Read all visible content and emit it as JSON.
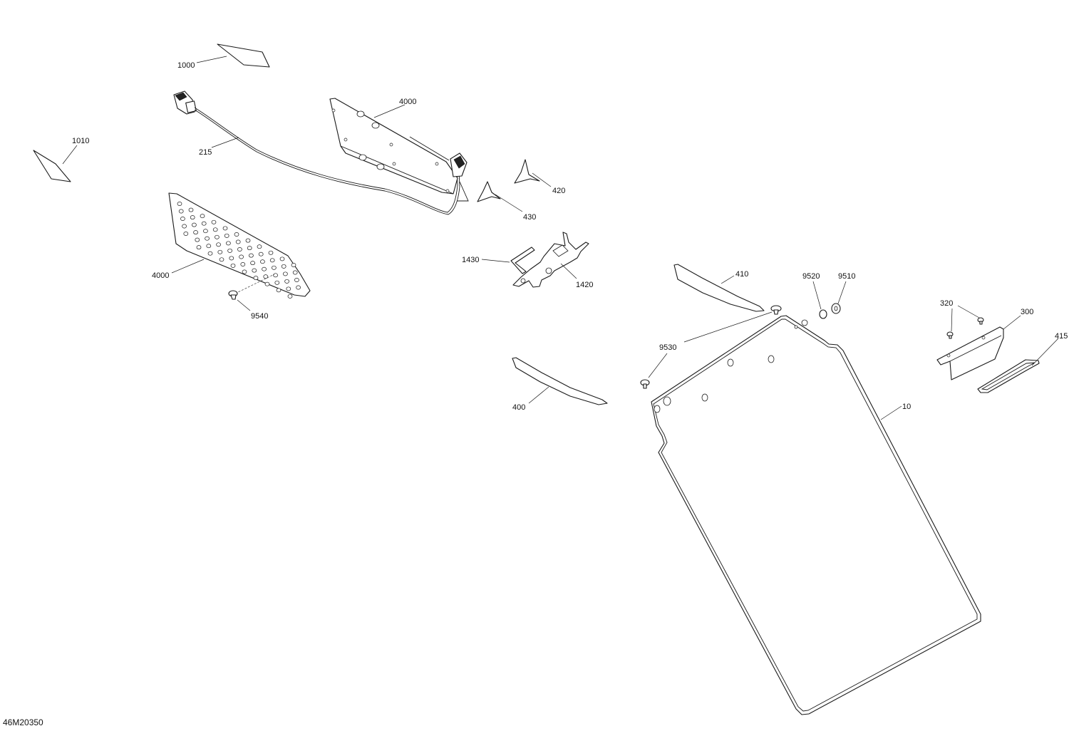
{
  "figure": {
    "reference_code": "46M20350"
  },
  "callouts": {
    "c1000": "1000",
    "c1010": "1010",
    "c215": "215",
    "c4000_top": "4000",
    "c4000_left": "4000",
    "c420": "420",
    "c430": "430",
    "c1430": "1430",
    "c1420": "1420",
    "c9540": "9540",
    "c410": "410",
    "c9520": "9520",
    "c9510": "9510",
    "c320": "320",
    "c300": "300",
    "c415": "415",
    "c9530": "9530",
    "c400": "400",
    "c10": "10"
  }
}
